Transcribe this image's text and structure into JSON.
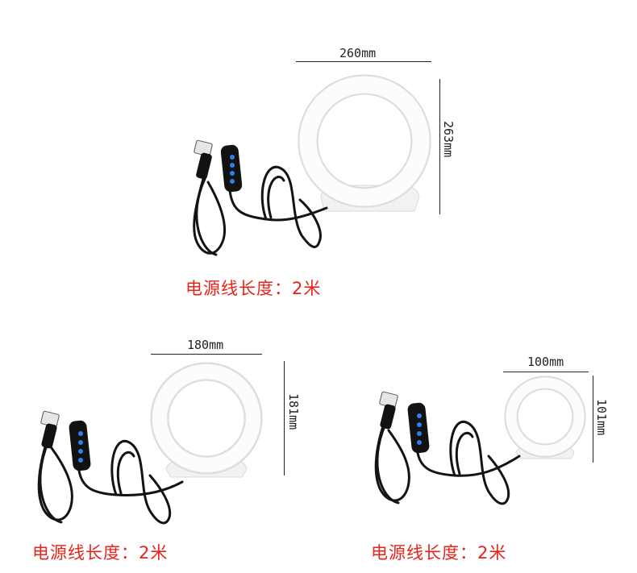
{
  "items": [
    {
      "width_label": "260mm",
      "height_label": "263mm",
      "cord_length_label": "电源线长度：2米"
    },
    {
      "width_label": "180mm",
      "height_label": "181mm",
      "cord_length_label": "电源线长度：2米"
    },
    {
      "width_label": "100mm",
      "height_label": "101mm",
      "cord_length_label": "电源线长度：2米"
    }
  ]
}
